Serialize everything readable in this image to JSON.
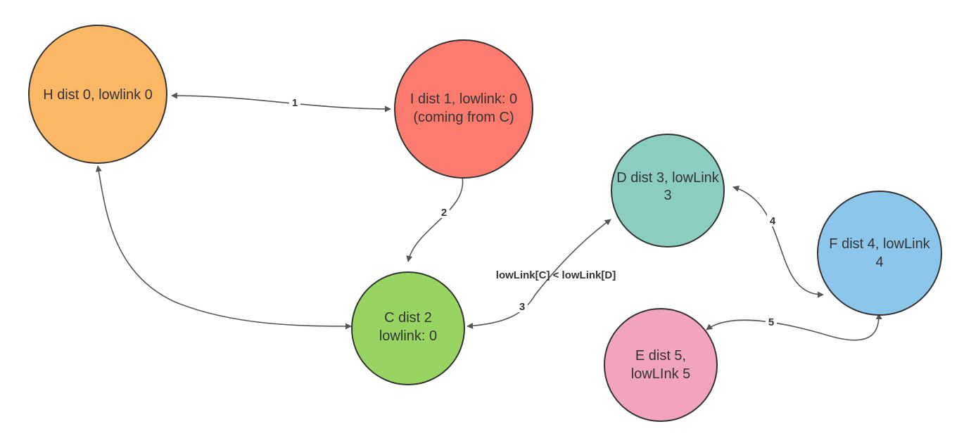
{
  "nodes": {
    "H": {
      "line1": "H dist 0, lowlink 0",
      "color": "#fbb765"
    },
    "I": {
      "line1": "I dist 1, lowlink: 0",
      "line2": "(coming from C)",
      "color": "#fc7b6e"
    },
    "C": {
      "line1": "C dist 2",
      "line2": "lowlink: 0",
      "color": "#97d462"
    },
    "D": {
      "line1": "D dist 3, lowLink",
      "line2": "3",
      "color": "#8bcdc0"
    },
    "F": {
      "line1": "F dist 4, lowLink",
      "line2": "4",
      "color": "#8cc6eb"
    },
    "E": {
      "line1": "E dist 5,",
      "line2": "lowLInk 5",
      "color": "#f1a4bc"
    }
  },
  "edges": {
    "h_i": {
      "label": "1"
    },
    "i_c": {
      "label": "2"
    },
    "c_d": {
      "label": "3"
    },
    "d_f": {
      "label": "4"
    },
    "f_e": {
      "label": "5"
    },
    "h_c": {
      "label": ""
    }
  },
  "annotation": "lowLink[C] < lowLink[D]"
}
